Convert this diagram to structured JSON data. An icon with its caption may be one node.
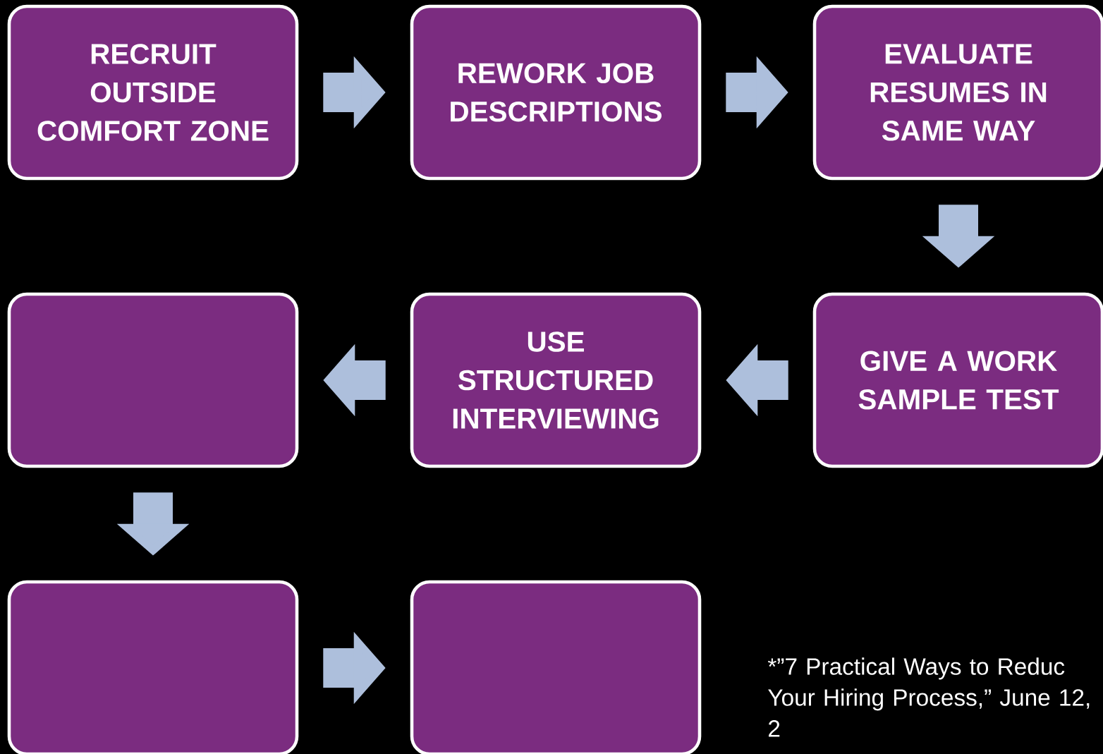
{
  "diagram": {
    "nodes": [
      {
        "text": [
          "RECRUIT OUTSIDE COMFORT ZONE"
        ]
      },
      {
        "text": [
          "REWORK JOB DESCRIPTIONS"
        ]
      },
      {
        "text": [
          "EVALUATE RESUMES IN SAME WAY"
        ]
      },
      {
        "text": [
          "GIVE A WORK SAMPLE TEST"
        ]
      },
      {
        "text": [
          "USE STRUCTURED INTERVIEWING"
        ]
      },
      {
        "text": [],
        "shape": "box"
      },
      {
        "text": [],
        "shape": "box"
      },
      {
        "text": [],
        "shape": "box"
      }
    ],
    "edges": [
      {
        "from": 0,
        "to": 1,
        "arrow": "to"
      },
      {
        "from": 1,
        "to": 2,
        "arrow": "to"
      },
      {
        "from": 2,
        "to": 3,
        "arrow": "to"
      },
      {
        "from": 3,
        "to": 4,
        "arrow": "to"
      },
      {
        "from": 4,
        "to": 5,
        "arrow": "to"
      },
      {
        "from": 5,
        "to": 6,
        "arrow": "to"
      },
      {
        "from": 6,
        "to": 7,
        "arrow": "to"
      }
    ],
    "labels": [
      "*”7 Practical Ways to Reduc Your Hiring Process,” June 12, 2"
    ]
  }
}
